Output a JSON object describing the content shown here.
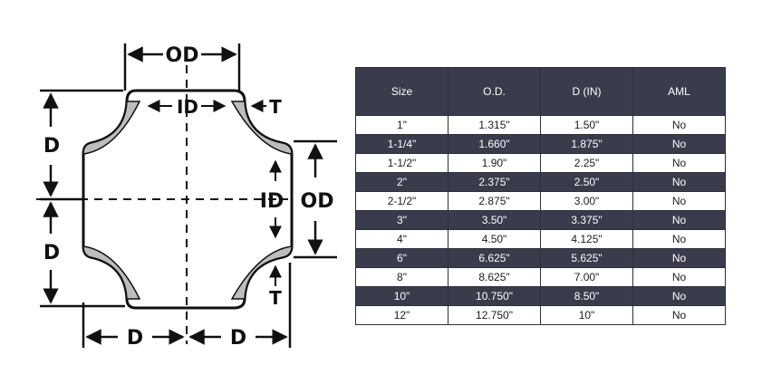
{
  "diagram": {
    "labels": {
      "od_top": "OD",
      "id_top": "ID",
      "t_top": "T",
      "d_left_upper": "D",
      "d_left_lower": "D",
      "id_right": "ID",
      "od_right": "OD",
      "t_right": "T",
      "d_bottom_left": "D",
      "d_bottom_right": "D"
    }
  },
  "table": {
    "headers": [
      "Size",
      "O.D.",
      "D (IN)",
      "AML"
    ],
    "rows": [
      [
        "1\"",
        "1.315\"",
        "1.50\"",
        "No"
      ],
      [
        "1-1/4\"",
        "1.660\"",
        "1.875\"",
        "No"
      ],
      [
        "1-1/2\"",
        "1.90\"",
        "2.25\"",
        "No"
      ],
      [
        "2\"",
        "2.375\"",
        "2.50\"",
        "No"
      ],
      [
        "2-1/2\"",
        "2.875\"",
        "3.00\"",
        "No"
      ],
      [
        "3\"",
        "3.50\"",
        "3.375\"",
        "No"
      ],
      [
        "4\"",
        "4.50\"",
        "4.125\"",
        "No"
      ],
      [
        "6\"",
        "6.625\"",
        "5.625\"",
        "No"
      ],
      [
        "8\"",
        "8.625\"",
        "7.00\"",
        "No"
      ],
      [
        "10\"",
        "10.750\"",
        "8.50\"",
        "No"
      ],
      [
        "12\"",
        "12.750\"",
        "10\"",
        "No"
      ]
    ]
  }
}
